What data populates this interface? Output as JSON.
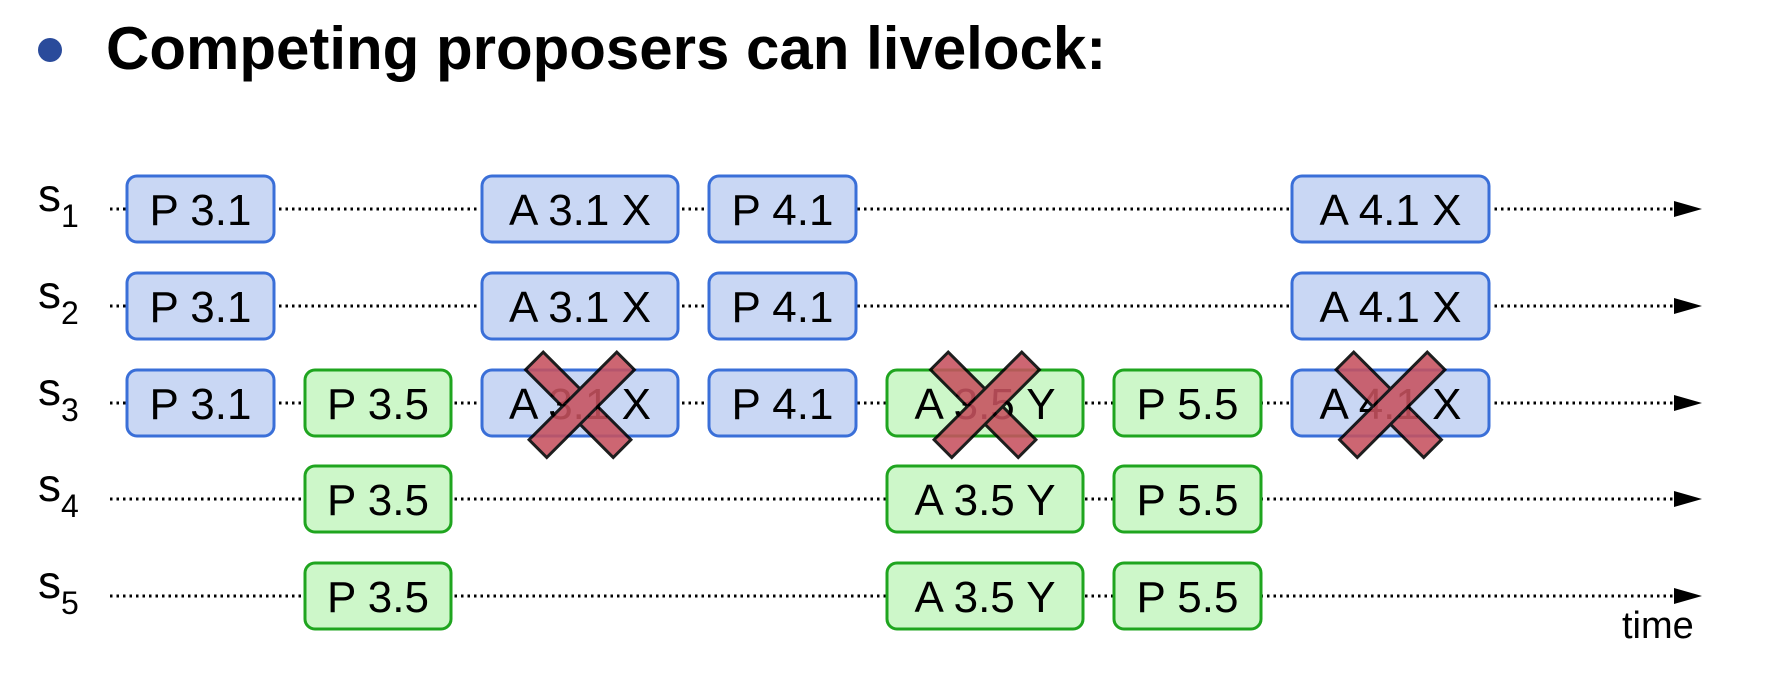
{
  "title": "Competing proposers can livelock:",
  "colors": {
    "bullet": "#2a4b9b",
    "blue_fill": "#c9d7f4",
    "blue_stroke": "#3a6fd8",
    "green_fill": "#cdf7c9",
    "green_stroke": "#1fa51f",
    "cross_fill": "#c7525f",
    "cross_stroke": "#000000"
  },
  "time_label": "time",
  "servers": [
    {
      "name": "s",
      "sub": "1"
    },
    {
      "name": "s",
      "sub": "2"
    },
    {
      "name": "s",
      "sub": "3"
    },
    {
      "name": "s",
      "sub": "4"
    },
    {
      "name": "s",
      "sub": "5"
    }
  ],
  "messages": [
    {
      "row": 0,
      "slot": 0,
      "label": "P 3.1",
      "color": "blue",
      "rejected": false
    },
    {
      "row": 1,
      "slot": 0,
      "label": "P 3.1",
      "color": "blue",
      "rejected": false
    },
    {
      "row": 2,
      "slot": 0,
      "label": "P 3.1",
      "color": "blue",
      "rejected": false
    },
    {
      "row": 2,
      "slot": 1,
      "label": "P 3.5",
      "color": "green",
      "rejected": false
    },
    {
      "row": 3,
      "slot": 1,
      "label": "P 3.5",
      "color": "green",
      "rejected": false
    },
    {
      "row": 4,
      "slot": 1,
      "label": "P 3.5",
      "color": "green",
      "rejected": false
    },
    {
      "row": 0,
      "slot": 2,
      "label": "A 3.1 X",
      "color": "blue",
      "rejected": false
    },
    {
      "row": 1,
      "slot": 2,
      "label": "A 3.1 X",
      "color": "blue",
      "rejected": false
    },
    {
      "row": 2,
      "slot": 2,
      "label": "A 3.1 X",
      "color": "blue",
      "rejected": true
    },
    {
      "row": 0,
      "slot": 3,
      "label": "P 4.1",
      "color": "blue",
      "rejected": false
    },
    {
      "row": 1,
      "slot": 3,
      "label": "P 4.1",
      "color": "blue",
      "rejected": false
    },
    {
      "row": 2,
      "slot": 3,
      "label": "P 4.1",
      "color": "blue",
      "rejected": false
    },
    {
      "row": 2,
      "slot": 4,
      "label": "A 3.5 Y",
      "color": "green",
      "rejected": true
    },
    {
      "row": 3,
      "slot": 4,
      "label": "A 3.5 Y",
      "color": "green",
      "rejected": false
    },
    {
      "row": 4,
      "slot": 4,
      "label": "A 3.5 Y",
      "color": "green",
      "rejected": false
    },
    {
      "row": 2,
      "slot": 5,
      "label": "P 5.5",
      "color": "green",
      "rejected": false
    },
    {
      "row": 3,
      "slot": 5,
      "label": "P 5.5",
      "color": "green",
      "rejected": false
    },
    {
      "row": 4,
      "slot": 5,
      "label": "P 5.5",
      "color": "green",
      "rejected": false
    },
    {
      "row": 0,
      "slot": 6,
      "label": "A 4.1 X",
      "color": "blue",
      "rejected": false
    },
    {
      "row": 1,
      "slot": 6,
      "label": "A 4.1 X",
      "color": "blue",
      "rejected": false
    },
    {
      "row": 2,
      "slot": 6,
      "label": "A 4.1 X",
      "color": "blue",
      "rejected": true
    }
  ]
}
